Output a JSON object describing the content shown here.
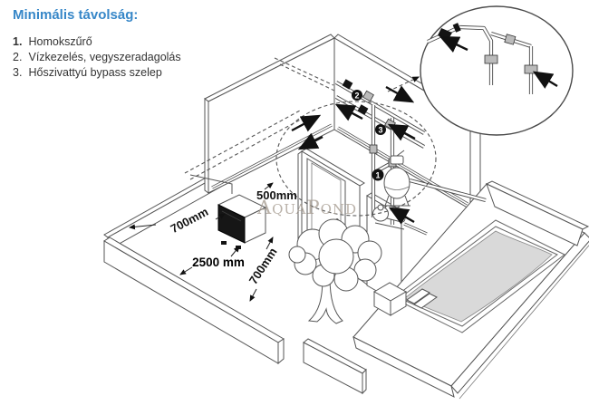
{
  "title": {
    "text": "Minimális távolság:"
  },
  "legend": [
    {
      "num": "1.",
      "label": "Homokszűrő"
    },
    {
      "num": "2.",
      "label": "Vízkezelés, vegyszeradagolás"
    },
    {
      "num": "3.",
      "label": "Hőszivattyú bypass szelep"
    }
  ],
  "dimensions": {
    "back_wall": "500mm",
    "left": "700mm",
    "front": "2500 mm",
    "right": "700mm"
  },
  "badges": {
    "sand_filter": "1",
    "water_treatment": "2",
    "bypass_valve": "3"
  },
  "watermark": {
    "text": "AquaPond"
  },
  "colors": {
    "title_blue": "#3787c8",
    "line": "#555555",
    "black": "#141414",
    "water": "#d9d9d9",
    "watermark": "#a89e92"
  }
}
